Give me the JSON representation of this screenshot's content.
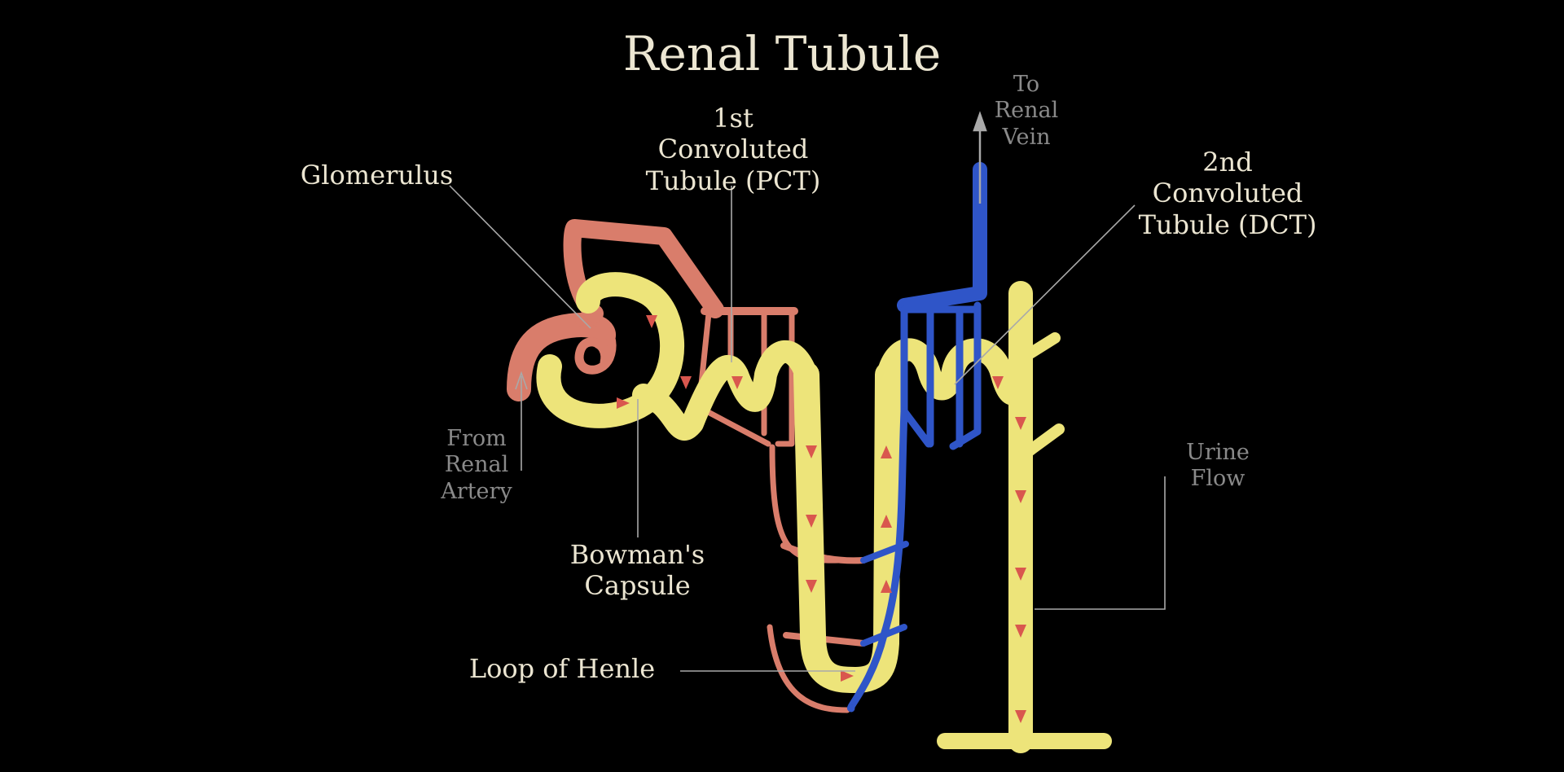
{
  "title": "Renal Tubule",
  "labels": {
    "glomerulus": "Glomerulus",
    "pct": "1st\nConvoluted\nTubule (PCT)",
    "to_vein": "To\nRenal\nVein",
    "dct": "2nd\nConvoluted\nTubule (DCT)",
    "from_artery": "From\nRenal\nArtery",
    "bowmans": "Bowman's\nCapsule",
    "loop": "Loop of Henle",
    "urine": "Urine\nFlow"
  },
  "colors": {
    "background": "#000000",
    "tubule": "#ede47a",
    "artery": "#d97d6b",
    "vein": "#2f55c8",
    "arrow": "#d9574e",
    "leader": "#a9a9a9",
    "text": "#ece6d2",
    "text_dim": "#8a8a8a"
  }
}
